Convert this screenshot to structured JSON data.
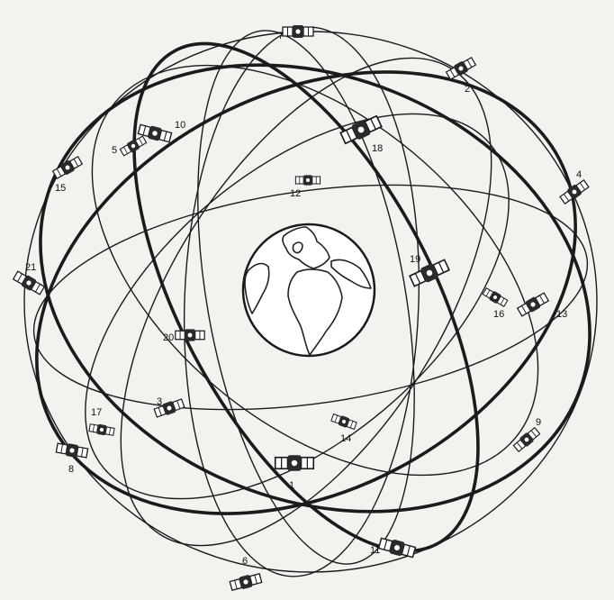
{
  "satellites": [
    {
      "id": "1",
      "label": "1"
    },
    {
      "id": "2",
      "label": "2"
    },
    {
      "id": "3",
      "label": "3"
    },
    {
      "id": "4",
      "label": "4"
    },
    {
      "id": "5",
      "label": "5"
    },
    {
      "id": "6",
      "label": "6"
    },
    {
      "id": "7",
      "label": "7"
    },
    {
      "id": "8",
      "label": "8"
    },
    {
      "id": "9",
      "label": "9"
    },
    {
      "id": "10",
      "label": "10"
    },
    {
      "id": "11",
      "label": "11"
    },
    {
      "id": "12",
      "label": "12"
    },
    {
      "id": "13",
      "label": "13"
    },
    {
      "id": "14",
      "label": "14"
    },
    {
      "id": "15",
      "label": "15"
    },
    {
      "id": "16",
      "label": "16"
    },
    {
      "id": "17",
      "label": "17"
    },
    {
      "id": "18",
      "label": "18"
    },
    {
      "id": "19",
      "label": "19"
    },
    {
      "id": "20",
      "label": "20"
    },
    {
      "id": "21",
      "label": "21"
    }
  ]
}
